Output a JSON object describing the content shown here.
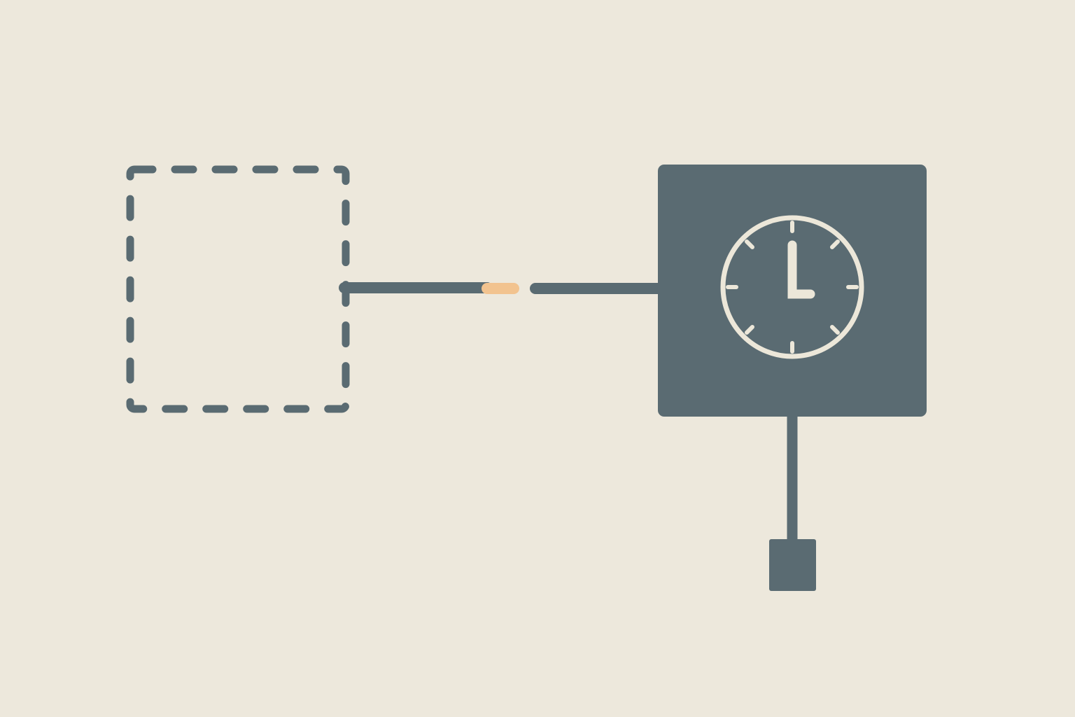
{
  "diagram": {
    "nodes": [
      {
        "id": "placeholder",
        "kind": "dashed-outline-square",
        "icon": "",
        "label": ""
      },
      {
        "id": "clock-block",
        "kind": "filled-square",
        "icon": "clock-icon",
        "label": ""
      },
      {
        "id": "anchor-block",
        "kind": "small-filled-square",
        "icon": "",
        "label": ""
      }
    ],
    "connections": [
      {
        "from": "placeholder",
        "to": "clock-block",
        "style": "solid",
        "gap_marker": "highlight-segment"
      },
      {
        "from": "clock-block",
        "to": "anchor-block",
        "style": "solid"
      }
    ],
    "clock": {
      "hour": 3,
      "minute": 0
    }
  },
  "colors": {
    "background": "#ede8dc",
    "ink": "#5a6b72",
    "highlight": "#f2c38f",
    "clock_face": "#ece7d9"
  }
}
